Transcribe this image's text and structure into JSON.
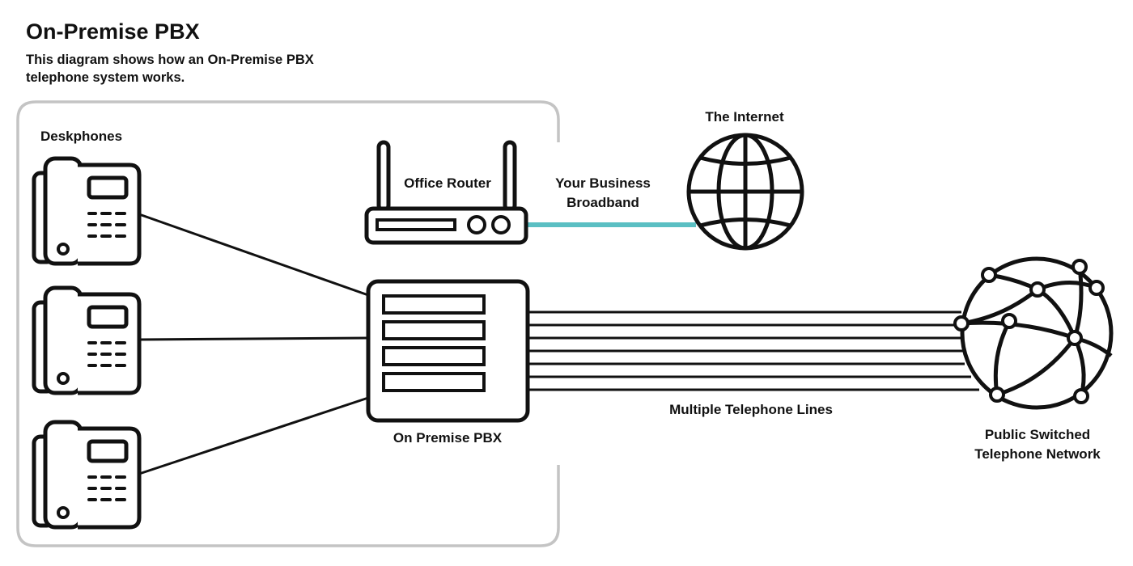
{
  "header": {
    "title": "On-Premise PBX",
    "subtitle": "This diagram shows how an On-Premise PBX telephone system works."
  },
  "labels": {
    "deskphones": "Deskphones",
    "office_router": "Office Router",
    "broadband_line1": "Your Business",
    "broadband_line2": "Broadband",
    "internet": "The Internet",
    "pbx": "On Premise PBX",
    "telephone_lines": "Multiple Telephone Lines",
    "pstn_line1": "Public Switched",
    "pstn_line2": "Telephone Network"
  },
  "colors": {
    "stroke": "#111111",
    "office_border": "#c4c4c4",
    "broadband_link": "#5bbfc3"
  },
  "icons": [
    "deskphone-icon",
    "router-icon",
    "globe-icon",
    "pbx-icon",
    "network-globe-icon"
  ]
}
